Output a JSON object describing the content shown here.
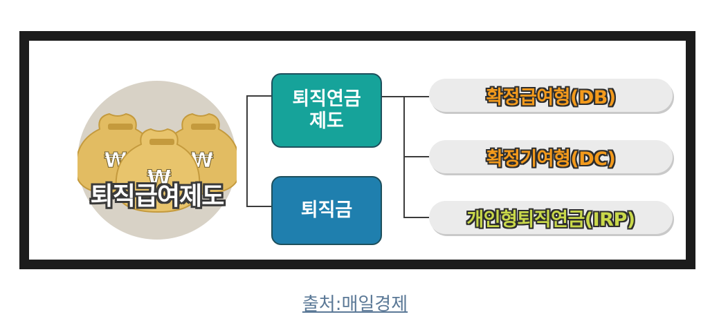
{
  "diagram": {
    "main_title": "퇴직급여제도",
    "currency_symbol": "₩",
    "middle": {
      "pension": "퇴직연금\n제도",
      "severance": "퇴직금"
    },
    "right": {
      "db": "확정급여형(DB)",
      "dc": "확정기여형(DC)",
      "irp": "개인형퇴직연금(IRP)"
    }
  },
  "caption": "출처:매일경제",
  "colors": {
    "frame": "#1c1c1c",
    "circle": "#d8d2c6",
    "bag": "#e2bc62",
    "pension_box": "#16a39a",
    "severance_box": "#1f7fae",
    "orange_text": "#f39a1c",
    "green_text": "#c9d84a",
    "caption_link": "#5a7896"
  }
}
